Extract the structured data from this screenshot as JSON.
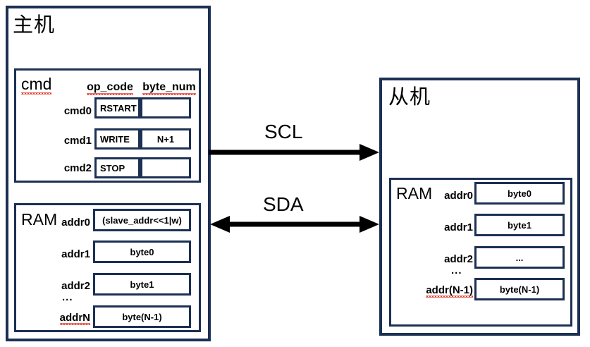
{
  "diagram": {
    "title_master": "主机",
    "title_slave": "从机",
    "colors": {
      "border": "#1c3054",
      "arrow": "#000000",
      "background": "#ffffff",
      "spellcheck": "#e23b2e"
    }
  },
  "master": {
    "cmd_table": {
      "label": "cmd",
      "columns": [
        "op_code",
        "byte_num"
      ],
      "rows": [
        {
          "name": "cmd0",
          "op_code": "RSTART",
          "byte_num": ""
        },
        {
          "name": "cmd1",
          "op_code": "WRITE",
          "byte_num": "N+1"
        },
        {
          "name": "cmd2",
          "op_code": "STOP",
          "byte_num": ""
        }
      ]
    },
    "ram_table": {
      "label": "RAM",
      "ellipsis": "...",
      "rows": [
        {
          "addr": "addr0",
          "value": "(slave_addr<<1|w)"
        },
        {
          "addr": "addr1",
          "value": "byte0"
        },
        {
          "addr": "addr2",
          "value": "byte1"
        },
        {
          "addr": "addrN",
          "value": "byte(N-1)"
        }
      ]
    }
  },
  "slave": {
    "ram_table": {
      "label": "RAM",
      "ellipsis": "...",
      "rows": [
        {
          "addr": "addr0",
          "value": "byte0"
        },
        {
          "addr": "addr1",
          "value": "byte1"
        },
        {
          "addr": "addr2",
          "value": "..."
        },
        {
          "addr": "addr(N-1)",
          "value": "byte(N-1)"
        }
      ]
    }
  },
  "signals": [
    {
      "name": "SCL",
      "direction": "master-to-slave"
    },
    {
      "name": "SDA",
      "direction": "bidirectional"
    }
  ]
}
